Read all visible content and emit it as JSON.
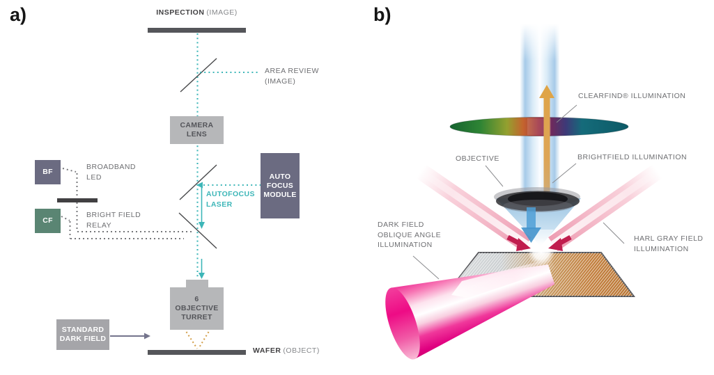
{
  "panel_a": {
    "tag": "a)",
    "inspection": {
      "bold": "INSPECTION",
      "rest": "(IMAGE)"
    },
    "area_review": "AREA REVIEW\n(IMAGE)",
    "camera_lens": "CAMERA\nLENS",
    "auto_focus_module": "AUTO\nFOCUS\nMODULE",
    "autofocus_laser": "AUTOFOCUS\nLASER",
    "bf": "BF",
    "cf": "CF",
    "broadband_led": "BROADBAND\nLED",
    "bright_field_relay": "BRIGHT FIELD\nRELAY",
    "objective_turret": "6\nOBJECTIVE\nTURRET",
    "standard_dark_field": "STANDARD\nDARK FIELD",
    "wafer": {
      "bold": "WAFER",
      "rest": "(OBJECT)"
    }
  },
  "panel_b": {
    "tag": "b)",
    "clearfind_illumination": "CLEARFIND® ILLUMINATION",
    "objective": "OBJECTIVE",
    "brightfield_illumination": "BRIGHTFIELD ILLUMINATION",
    "dark_field_oblique": "DARK FIELD\nOBLIQUE ANGLE\nILLUMINATION",
    "harl_gray_field": "HARL GRAY FIELD\nILLUMINATION"
  },
  "colors": {
    "teal": "#3db6b8",
    "slate_box": "#6b6b81",
    "green_box": "#5a8573",
    "light_gray_box": "#b6b7b9",
    "mid_gray_box": "#a5a5a9",
    "dark_bar": "#55565a",
    "label_gray": "#6d6e71",
    "orange": "#d3a04c",
    "magenta": "#ec008c",
    "blue_beam": "#a9cfe9",
    "pink_beam": "#f0a8bb"
  }
}
